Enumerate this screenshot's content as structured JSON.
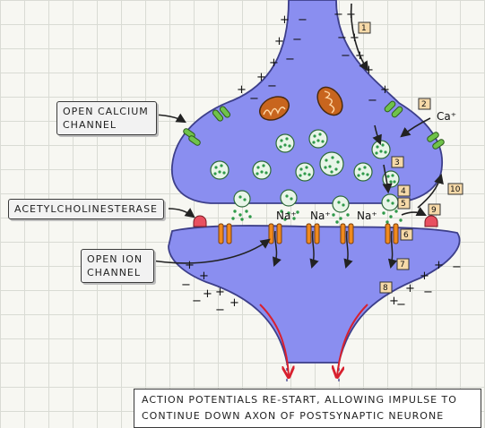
{
  "labels": {
    "open_calcium_channel": "OPEN CALCIUM\nCHANNEL",
    "acetylcholinesterase": "ACETYLCHOLINESTERASE",
    "open_ion_channel": "OPEN ION\nCHANNEL",
    "calcium_ion": "Ca⁺",
    "sodium_ion": "Na⁺"
  },
  "steps": [
    "1",
    "2",
    "3",
    "4",
    "5",
    "6",
    "7",
    "8",
    "9",
    "10"
  ],
  "caption": {
    "line1": "ACTION POTENTIALS RE-START, ALLOWING IMPULSE TO",
    "line2": "CONTINUE DOWN AXON OF POSTSYNAPTIC NEURONE"
  },
  "colors": {
    "membrane": "#8a8ef0",
    "membrane_outline": "#3d3f8a",
    "vesicle": "#3aa65a",
    "receptor": "#f08a1e",
    "enzyme": "#e85060",
    "calcium_channel": "#6fc24a",
    "mitochondrion": "#c8651e",
    "arrow_red": "#d8202e",
    "step_box": "#f6d9a8"
  }
}
